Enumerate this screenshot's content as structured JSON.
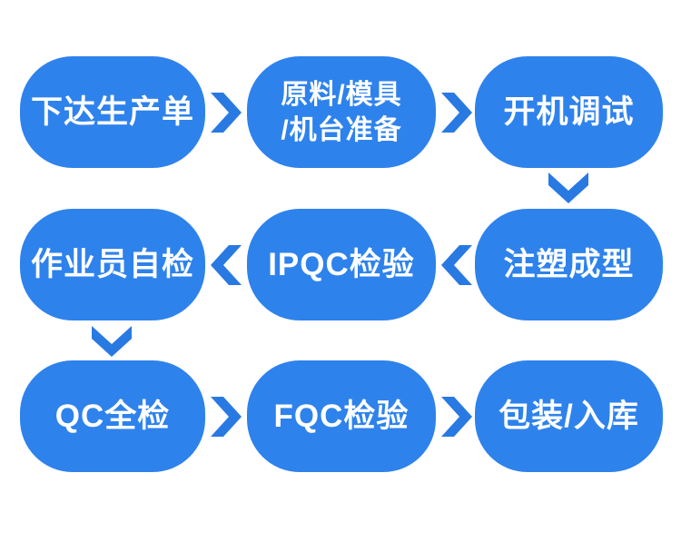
{
  "colors": {
    "box_blue": "#2e82ec",
    "arrow_blue": "#2979e2",
    "text_white": "#ffffff",
    "background": "#ffffff"
  },
  "flow": {
    "nodes": [
      {
        "id": "issue-production-order",
        "lines": [
          "下达生产单"
        ]
      },
      {
        "id": "material-mold-machine-prep",
        "lines": [
          "原料/模具",
          "/机台准备"
        ]
      },
      {
        "id": "machine-startup-debug",
        "lines": [
          "开机调试"
        ]
      },
      {
        "id": "operator-self-check",
        "lines": [
          "作业员自检"
        ]
      },
      {
        "id": "ipqc-inspection",
        "lines": [
          "IPQC检验"
        ]
      },
      {
        "id": "injection-molding",
        "lines": [
          "注塑成型"
        ]
      },
      {
        "id": "qc-full-inspection",
        "lines": [
          "QC全检"
        ]
      },
      {
        "id": "fqc-inspection",
        "lines": [
          "FQC检验"
        ]
      },
      {
        "id": "packaging-warehousing",
        "lines": [
          "包装/入库"
        ]
      }
    ],
    "arrows": [
      {
        "icon": "chevron-right-icon",
        "from": "下达生产单",
        "to": "原料/模具/机台准备"
      },
      {
        "icon": "chevron-right-icon",
        "from": "原料/模具/机台准备",
        "to": "开机调试"
      },
      {
        "icon": "chevron-down-icon",
        "from": "开机调试",
        "to": "注塑成型"
      },
      {
        "icon": "chevron-left-icon",
        "from": "注塑成型",
        "to": "IPQC检验"
      },
      {
        "icon": "chevron-left-icon",
        "from": "IPQC检验",
        "to": "作业员自检"
      },
      {
        "icon": "chevron-down-icon",
        "from": "作业员自检",
        "to": "QC全检"
      },
      {
        "icon": "chevron-right-icon",
        "from": "QC全检",
        "to": "FQC检验"
      },
      {
        "icon": "chevron-right-icon",
        "from": "FQC检验",
        "to": "包装/入库"
      }
    ]
  }
}
